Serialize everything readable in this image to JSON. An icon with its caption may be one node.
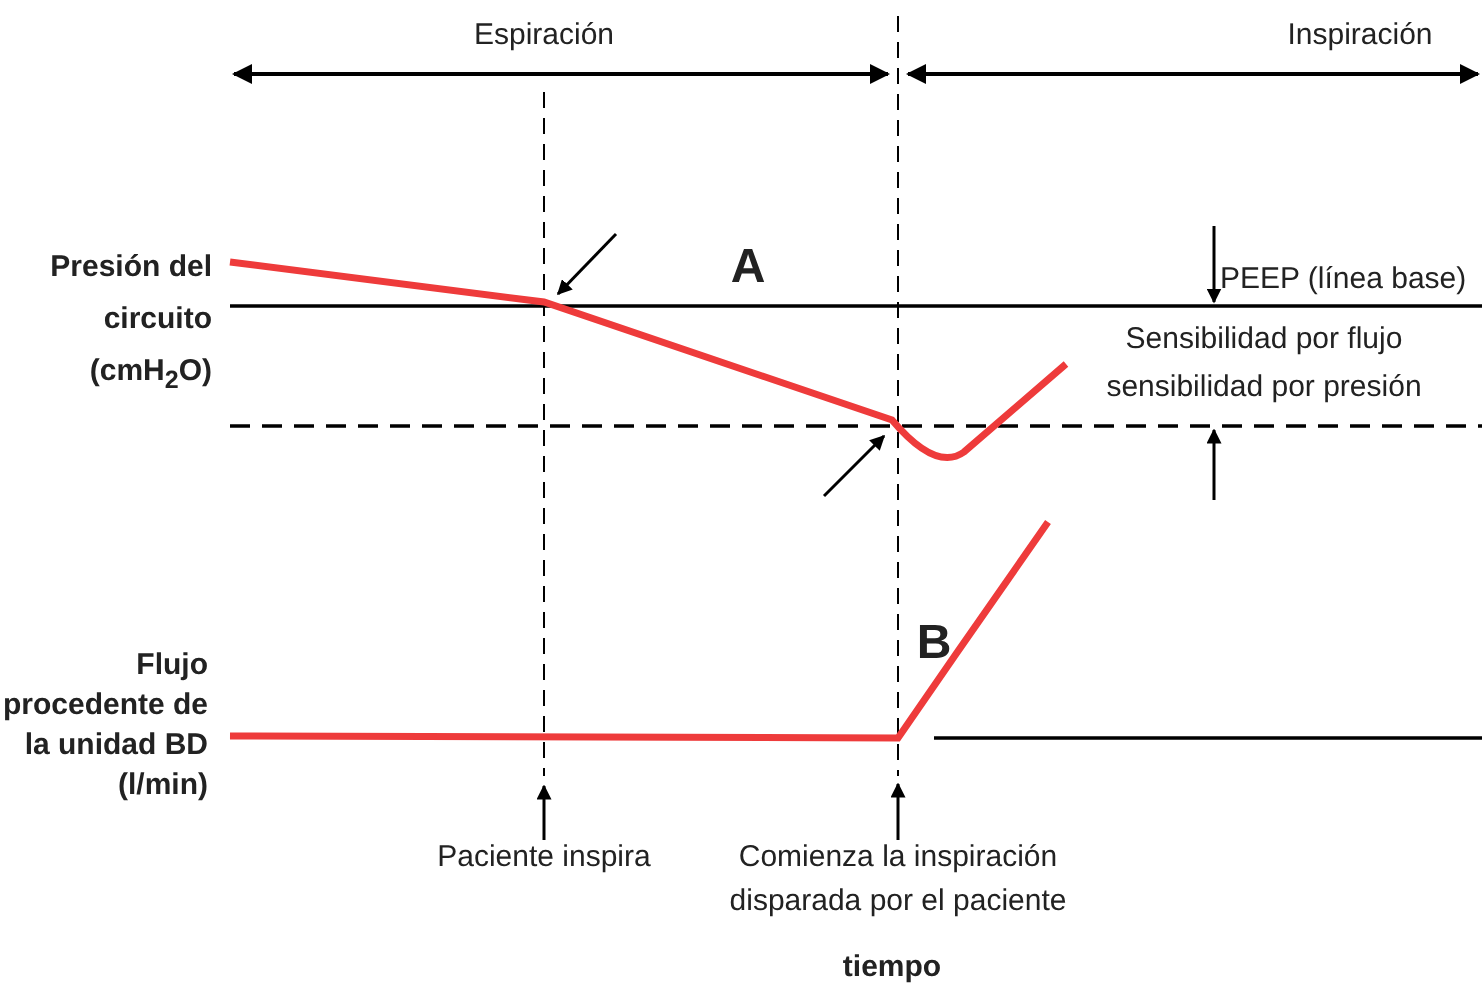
{
  "diagram": {
    "labels": [
      "Espiración",
      "Inspiración",
      "Presión del circuito (cmH$_{2}$O)",
      "A",
      "PEEP (línea base)",
      "Sensibilidad por flujo sensibilidad por presión",
      "B",
      "Flujo procedente de la unidad BD (l/min)",
      "Paciente inspira",
      "Comienza la inspiración disparada por el paciente",
      "tiempo"
    ]
  }
}
